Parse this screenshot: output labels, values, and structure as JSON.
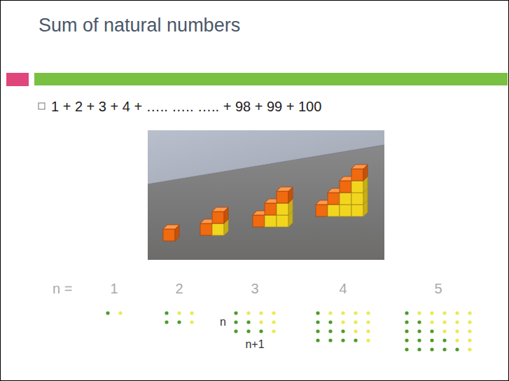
{
  "diagram": {
    "title": "Sum of natural numbers",
    "labels": [
      "1 + 2 + 3 + 4 + ….. ….. ….. + 98 + 99 + 100",
      "n =",
      "1",
      "2",
      "3",
      "4",
      "5",
      "n",
      "n+1"
    ]
  }
}
